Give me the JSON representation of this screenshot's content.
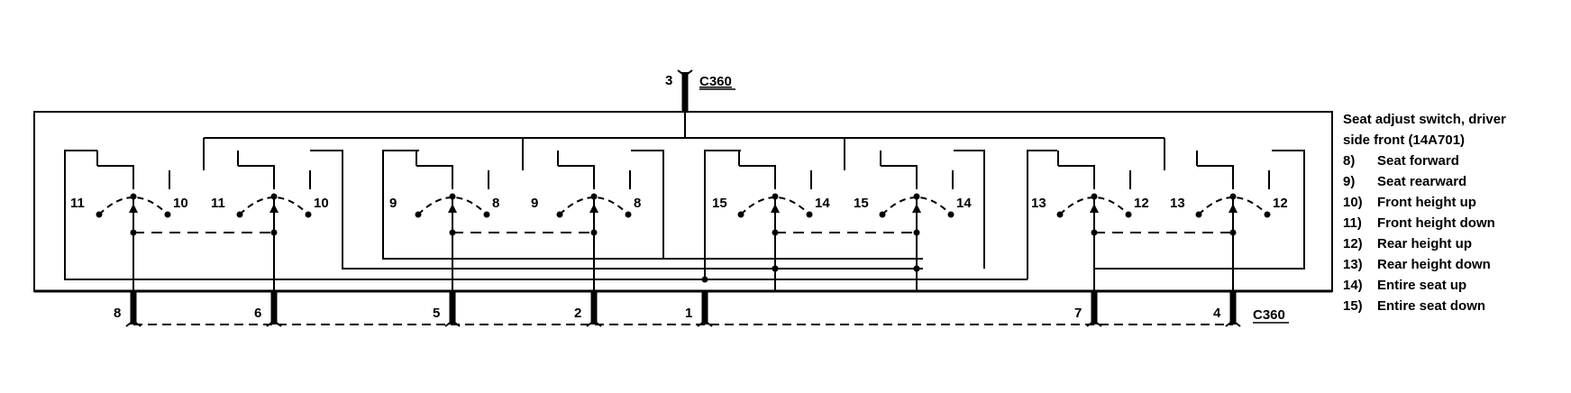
{
  "connector": {
    "top_pin": "3",
    "top_id": "C360",
    "bottom_id": "C360",
    "bottom_pins": [
      "8",
      "6",
      "5",
      "2",
      "1",
      "7",
      "4"
    ]
  },
  "legend": {
    "title_line1": "Seat adjust switch, driver",
    "title_line2": "side front (14A701)",
    "items": [
      {
        "num": "8)",
        "text": "Seat forward"
      },
      {
        "num": "9)",
        "text": "Seat rearward"
      },
      {
        "num": "10)",
        "text": "Front height up"
      },
      {
        "num": "11)",
        "text": "Front height down"
      },
      {
        "num": "12)",
        "text": "Rear height up"
      },
      {
        "num": "13)",
        "text": "Rear height down"
      },
      {
        "num": "14)",
        "text": "Entire seat up"
      },
      {
        "num": "15)",
        "text": "Entire seat down"
      }
    ]
  },
  "switches": [
    {
      "left": "11",
      "right": "10"
    },
    {
      "left": "11",
      "right": "10"
    },
    {
      "left": "9",
      "right": "8"
    },
    {
      "left": "9",
      "right": "8"
    },
    {
      "left": "15",
      "right": "14"
    },
    {
      "left": "15",
      "right": "14"
    },
    {
      "left": "13",
      "right": "12"
    },
    {
      "left": "13",
      "right": "12"
    }
  ]
}
